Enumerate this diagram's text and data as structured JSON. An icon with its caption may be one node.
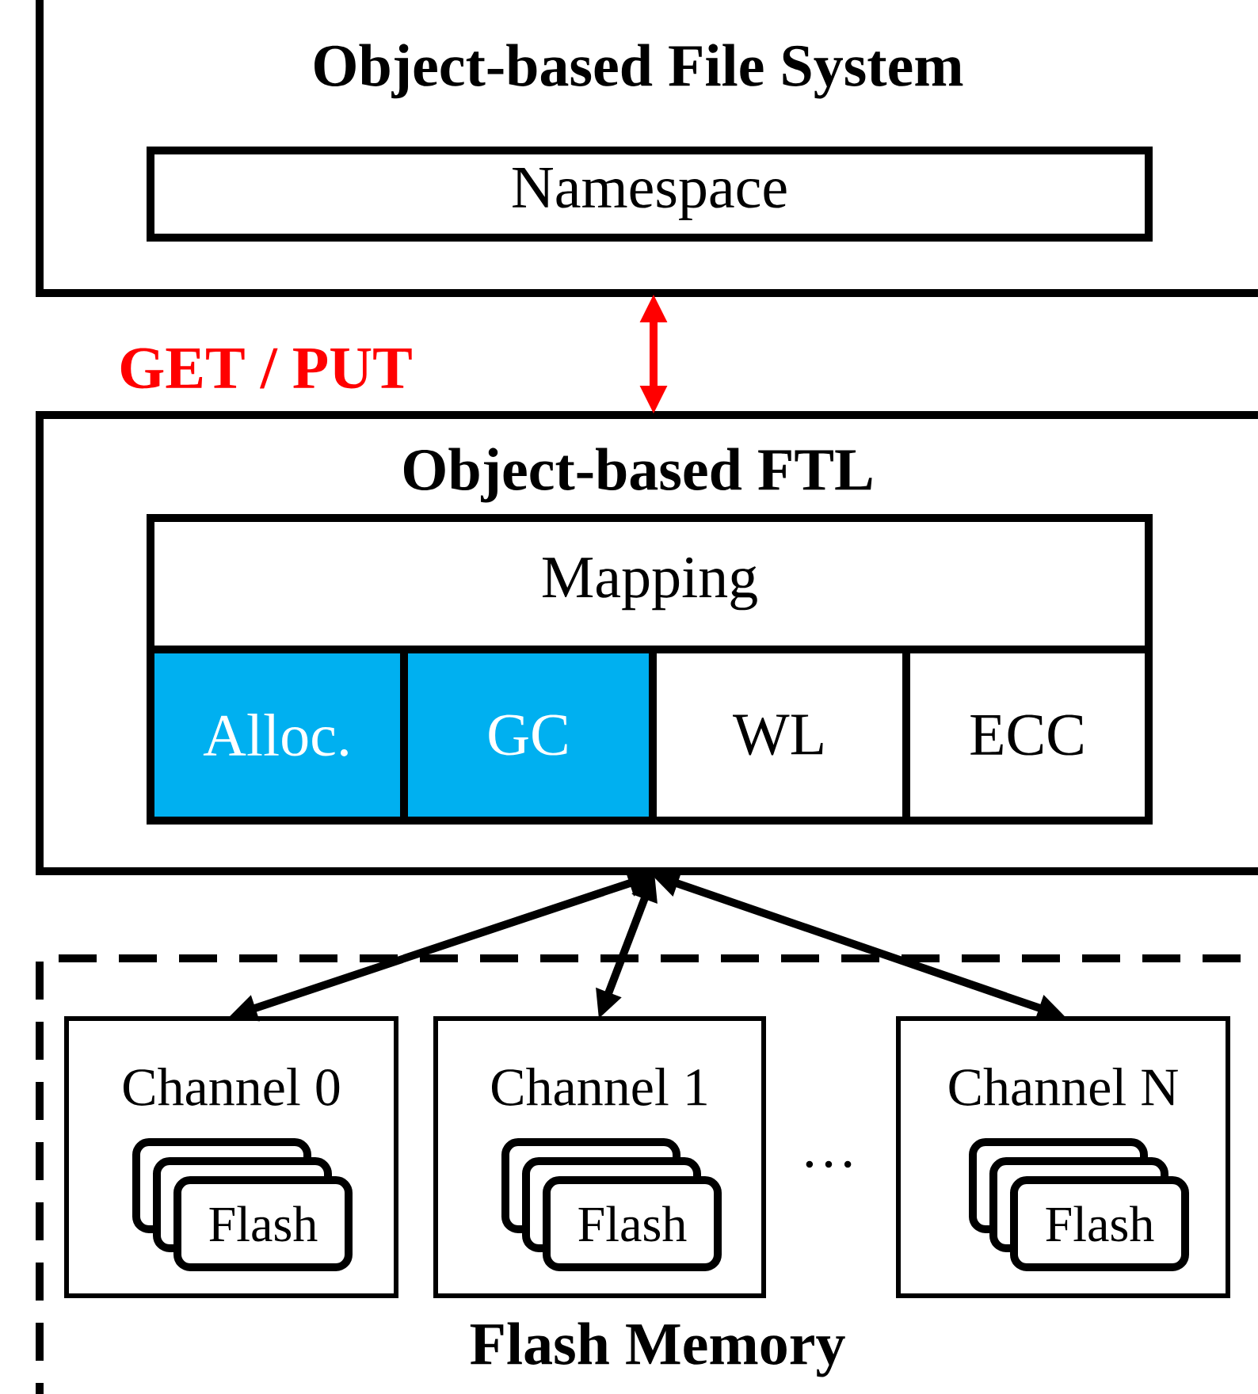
{
  "diagram": {
    "nodes": [
      {
        "text": [
          "Object-based File System"
        ]
      },
      {
        "text": [
          "Namespace"
        ],
        "in": 0
      },
      {
        "text": [
          "Object-based FTL"
        ]
      },
      {
        "text": [
          "Mapping"
        ],
        "in": 2
      },
      {
        "text": [
          "Alloc."
        ],
        "in": 2
      },
      {
        "text": [
          "GC"
        ],
        "in": 2
      },
      {
        "text": [
          "WL"
        ],
        "in": 2
      },
      {
        "text": [
          "ECC"
        ],
        "in": 2
      },
      {
        "text": [
          "Flash Memory"
        ]
      },
      {
        "text": [
          "Channel 0"
        ],
        "in": 8
      },
      {
        "text": [
          "Flash"
        ],
        "in": 9
      },
      {
        "text": [
          "Channel 1"
        ],
        "in": 8
      },
      {
        "text": [
          "Flash"
        ],
        "in": 11
      },
      {
        "text": [
          "Channel N"
        ],
        "in": 8
      },
      {
        "text": [
          "Flash"
        ],
        "in": 13
      }
    ],
    "edges": [
      {
        "from": 0,
        "to": 2,
        "arrow": "both",
        "label": "GET / PUT",
        "color": "#ff0000"
      },
      {
        "from": 2,
        "to": 9,
        "arrow": "both"
      },
      {
        "from": 2,
        "to": 11,
        "arrow": "both"
      },
      {
        "from": 2,
        "to": 13,
        "arrow": "both"
      }
    ],
    "labels": [
      "…"
    ]
  }
}
